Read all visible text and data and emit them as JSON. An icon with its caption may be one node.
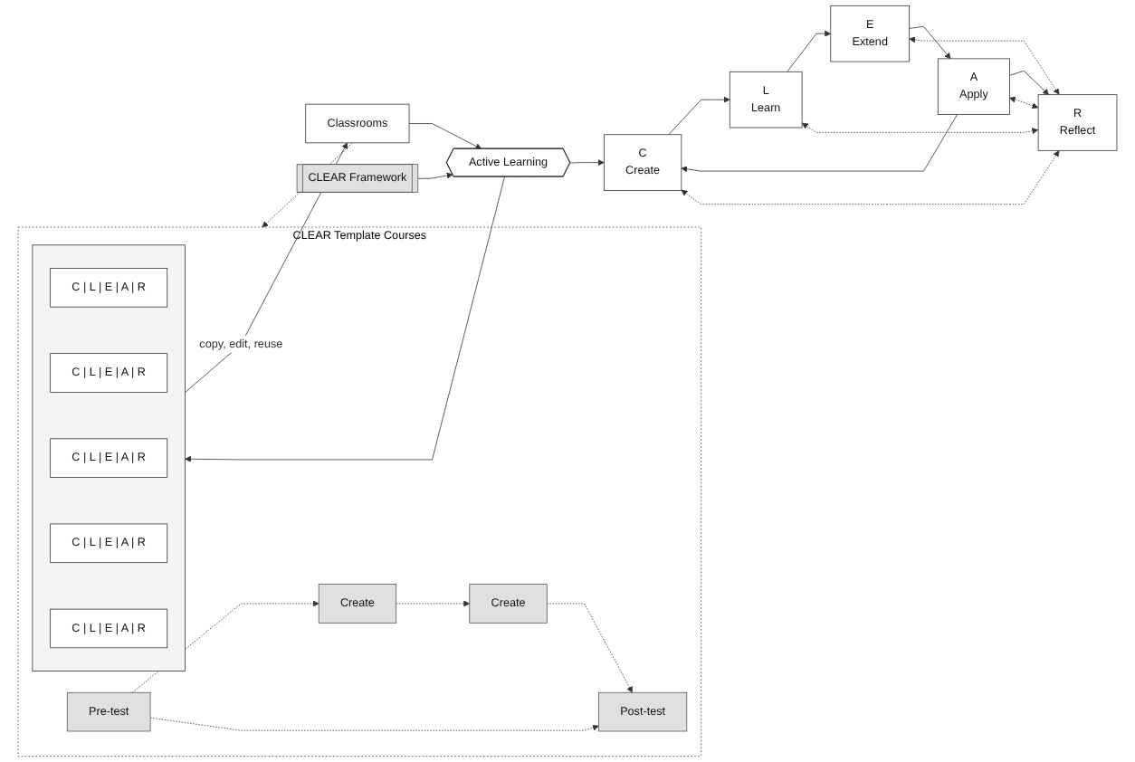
{
  "diagram": {
    "nodes": [
      {
        "text": [
          "CLEAR Framework"
        ]
      },
      {
        "text": [
          "Active Learning"
        ]
      },
      {
        "text": [
          "C",
          "Create"
        ]
      },
      {
        "text": [
          "L",
          "Learn"
        ]
      },
      {
        "text": [
          "E",
          "Extend"
        ]
      },
      {
        "text": [
          "R",
          "Reflect"
        ]
      },
      {
        "text": [
          "A",
          "Apply"
        ]
      },
      {
        "text": [
          "CLEAR Template Courses"
        ]
      },
      {
        "text": [
          "Pre-test"
        ],
        "in": 7
      },
      {
        "text": [
          "Create"
        ],
        "in": 7
      },
      {
        "text": [],
        "shape": "box",
        "in": 7
      },
      {
        "text": [
          "C | L | E | A | R"
        ],
        "in": 10
      },
      {
        "text": [
          "C | L | E | A | R"
        ],
        "in": 10
      },
      {
        "text": [
          "C | L | E | A | R"
        ],
        "in": 10
      },
      {
        "text": [
          "C | L | E | A | R"
        ],
        "in": 10
      },
      {
        "text": [
          "C | L | E | A | R"
        ],
        "in": 10
      },
      {
        "text": [
          "Create"
        ],
        "in": 7
      },
      {
        "text": [
          "Post-test"
        ],
        "in": 7
      },
      {
        "text": [
          "Classrooms"
        ]
      }
    ],
    "edges": [
      {
        "from": 0,
        "to": 1,
        "arrow": "to"
      },
      {
        "from": 1,
        "to": 2,
        "arrow": "to"
      },
      {
        "from": 1,
        "to": 10,
        "arrow": "to"
      },
      {
        "from": 2,
        "to": 3,
        "arrow": "to"
      },
      {
        "from": 3,
        "to": 4,
        "arrow": "to"
      },
      {
        "from": 4,
        "to": 6,
        "arrow": "to"
      },
      {
        "from": 6,
        "to": 2,
        "arrow": "to"
      },
      {
        "from": 6,
        "to": 5,
        "arrow": "to"
      },
      {
        "from": 5,
        "to": 2,
        "arrow": "both",
        "style": "dashed"
      },
      {
        "from": 5,
        "to": 3,
        "arrow": "both",
        "style": "dashed"
      },
      {
        "from": 5,
        "to": 4,
        "arrow": "both",
        "style": "dashed"
      },
      {
        "from": 5,
        "to": 6,
        "arrow": "both",
        "style": "dashed"
      },
      {
        "from": 8,
        "to": 9,
        "arrow": "to",
        "style": "dashed"
      },
      {
        "from": 8,
        "to": 17,
        "arrow": "to",
        "style": "dashed"
      },
      {
        "from": 9,
        "to": 16,
        "arrow": "to",
        "style": "dashed"
      },
      {
        "from": 16,
        "to": 17,
        "arrow": "to",
        "style": "dashed"
      },
      {
        "from": 10,
        "to": 18,
        "arrow": "to",
        "label": "copy, edit, reuse"
      },
      {
        "from": 18,
        "to": 1,
        "arrow": "to"
      },
      {
        "from": 18,
        "to": 7,
        "arrow": "to",
        "style": "dashed"
      }
    ]
  }
}
